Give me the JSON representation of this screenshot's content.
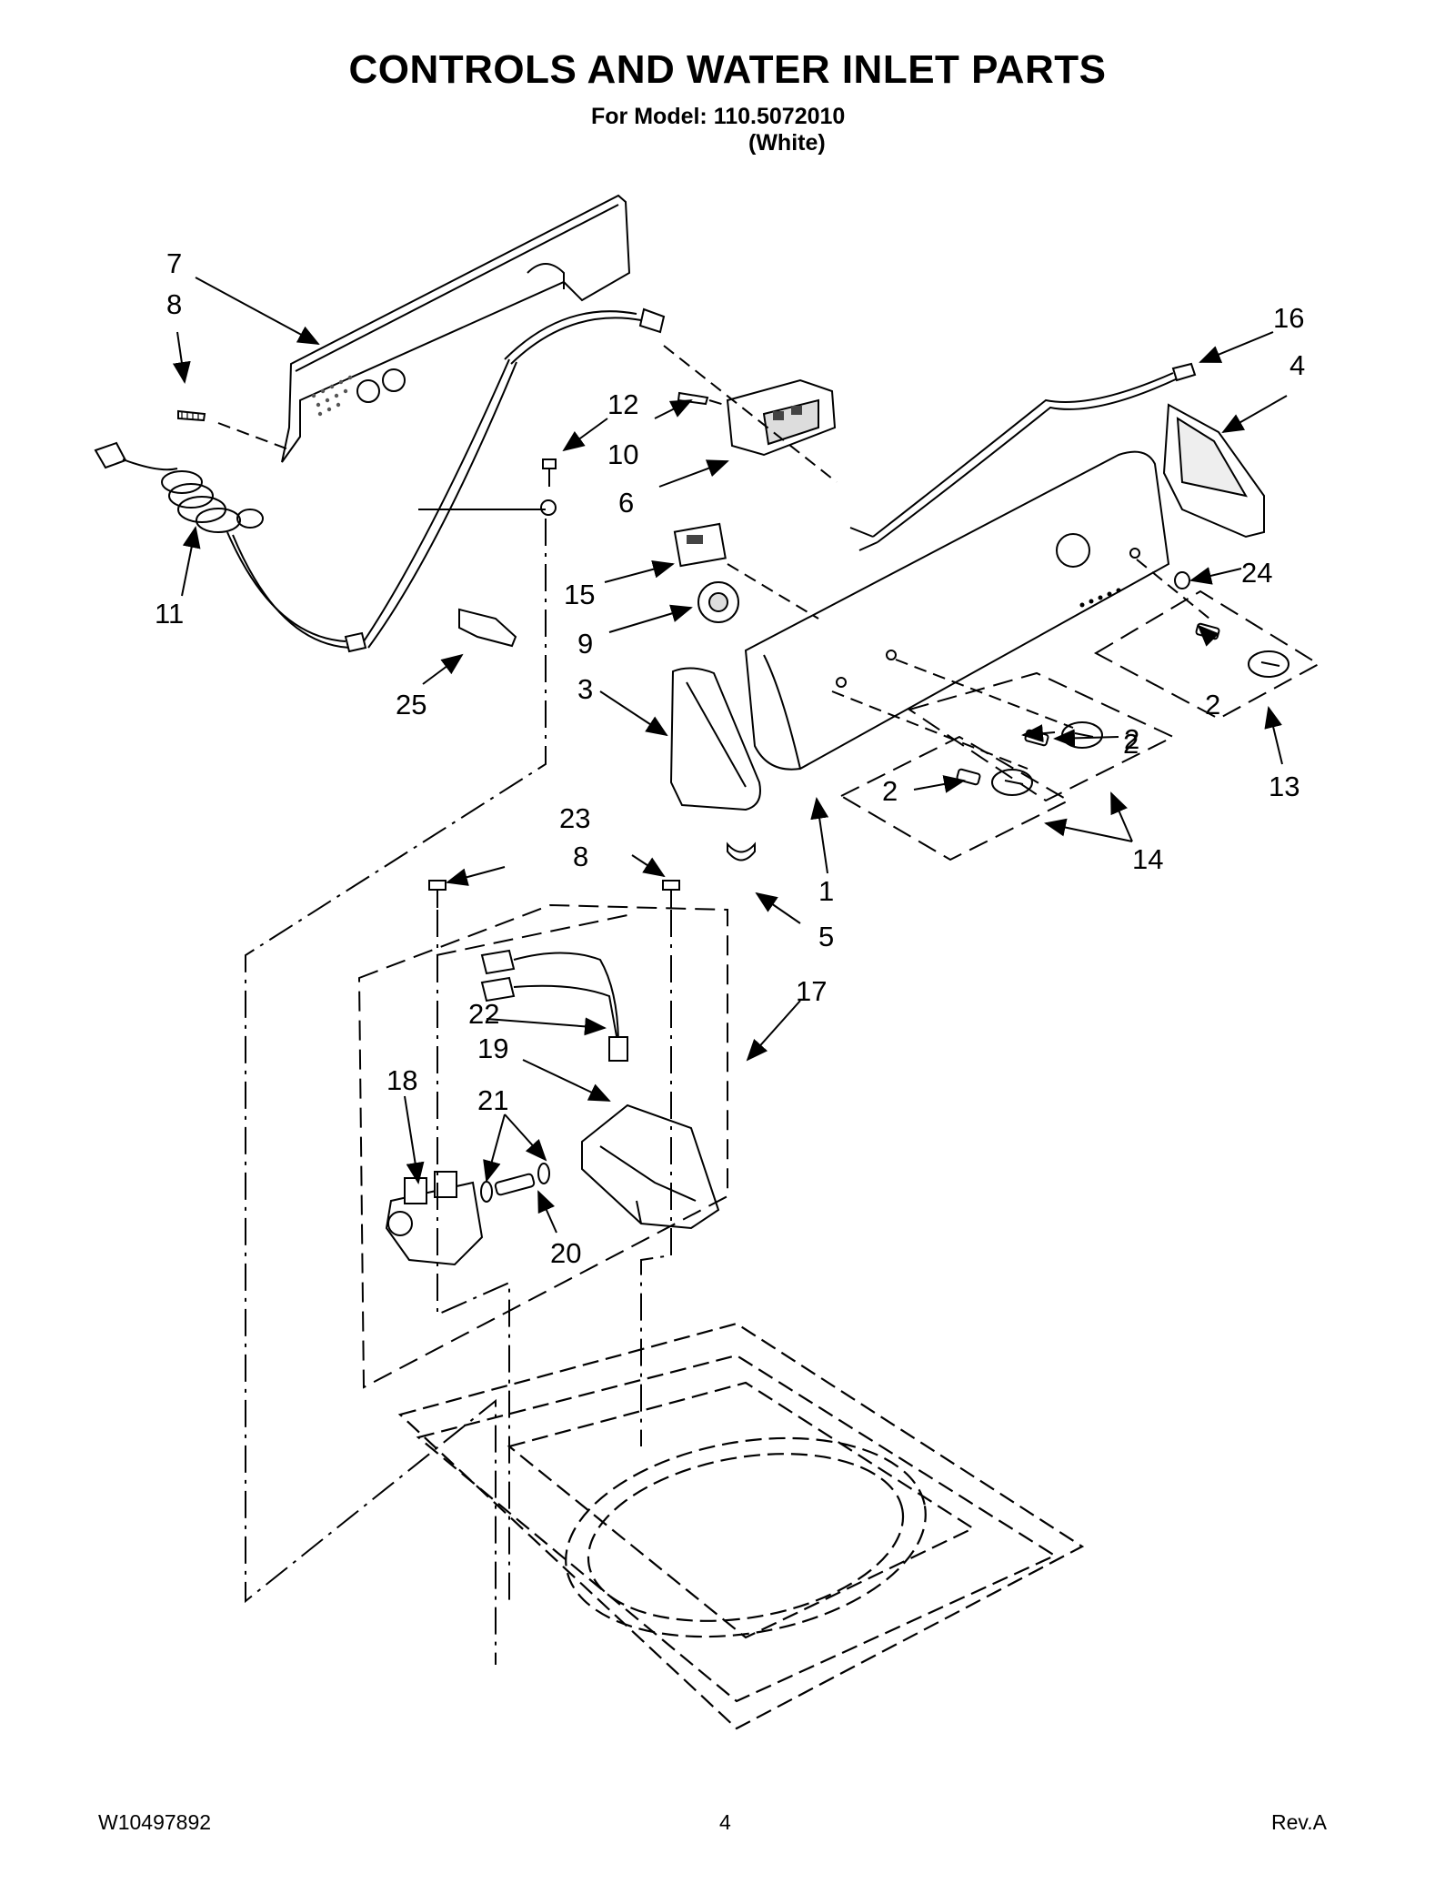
{
  "header": {
    "title": "CONTROLS AND WATER INLET PARTS",
    "model": "For Model: 110.5072010",
    "color": "(White)"
  },
  "footer": {
    "doc_number": "W10497892",
    "page": "4",
    "revision": "Rev.A"
  },
  "diagram": {
    "callouts": [
      "7",
      "8",
      "12",
      "10",
      "6",
      "16",
      "4",
      "11",
      "15",
      "9",
      "24",
      "25",
      "3",
      "2",
      "2",
      "2",
      "13",
      "2",
      "14",
      "23",
      "8",
      "1",
      "5",
      "17",
      "22",
      "19",
      "18",
      "21",
      "20"
    ]
  }
}
